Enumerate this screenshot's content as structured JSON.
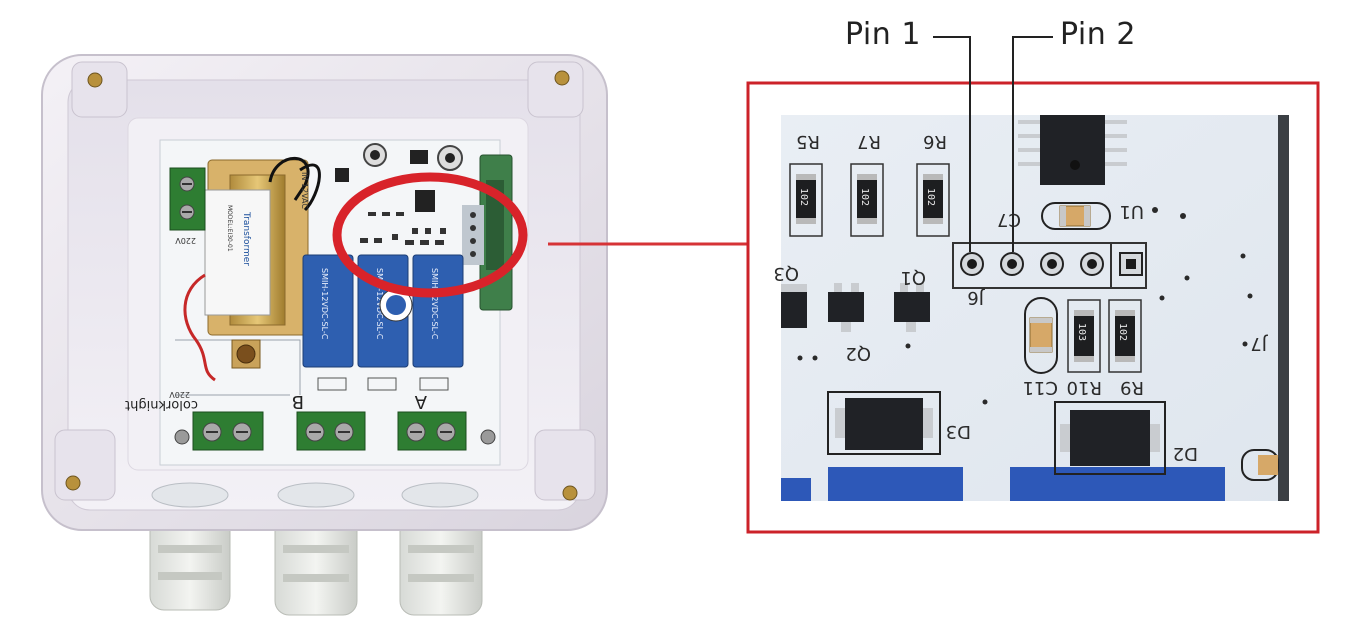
{
  "callouts": {
    "pin1": "Pin 1",
    "pin2": "Pin 2"
  },
  "board_labels": {
    "brand": "colorknight",
    "terminal_a": "A",
    "terminal_b": "B",
    "transformer_name": "Transformer",
    "transformer_model": "MODEL:EI30-01",
    "voltage_in": "220V",
    "supply_label": "IN 12VAC",
    "relay_1": "SMIH-12VDC-SL-C",
    "relay_2": "SMIH-12VDC-SL-C",
    "relay_3": "SMIH-12VDC-SL-C"
  },
  "zoom_labels": {
    "r5": "R5",
    "r7": "R7",
    "r6": "R6",
    "u1": "U1",
    "c7": "C7",
    "j6": "J6",
    "j7": "J7",
    "q1": "Q1",
    "q2": "Q2",
    "q3": "Q3",
    "c11": "C11",
    "r10": "R10",
    "r9": "R9",
    "d3": "D3",
    "d2": "D2",
    "res_code": "102",
    "res_code2": "103"
  },
  "colors": {
    "highlight_ring": "#d8232a",
    "connector_line": "#d63336",
    "zoom_frame": "#cc2229",
    "enclosure": "#ece8ef",
    "pcb": "#eef2f5",
    "terminal_green": "#2e7d32",
    "relay_blue": "#2e5fb0"
  }
}
